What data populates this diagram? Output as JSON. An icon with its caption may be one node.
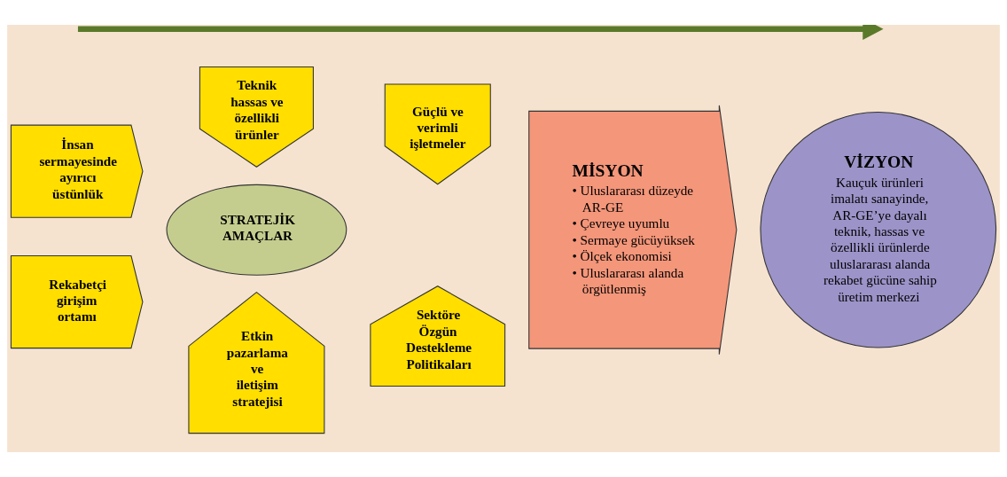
{
  "diagram": {
    "nodes": [
      {
        "text": [
          "Teknik hassas ve özellikli ürünler"
        ]
      },
      {
        "text": [
          "Güçlü ve verimli işletmeler"
        ]
      },
      {
        "text": [
          "İnsan sermayesinde ayırıcı üstünlük"
        ]
      },
      {
        "text": [
          "STRATEJİK AMAÇLAR"
        ]
      },
      {
        "text": [
          "Rekabetçi girişim ortamı"
        ]
      },
      {
        "text": [
          "Etkin pazarlama ve iletişim stratejisi"
        ]
      },
      {
        "text": [
          "Sektöre Özgün Destekleme Politikaları"
        ]
      },
      {
        "text": [
          "MİSYON",
          "• Uluslararası düzeyde AR-GE",
          "• Çevreye uyumlu",
          "• Sermaye gücüyüksek",
          "• Ölçek ekonomisi",
          "• Uluslararası alanda örgütlenmiş"
        ]
      },
      {
        "text": [
          "VİZYON",
          "Kauçuk ürünleri imalatı sanayinde, AR-GE’ye dayalı teknik, hassas ve özellikli ürünlerde uluslararası alanda rekabet gücüne sahip üretim merkezi"
        ]
      }
    ],
    "edges": []
  }
}
